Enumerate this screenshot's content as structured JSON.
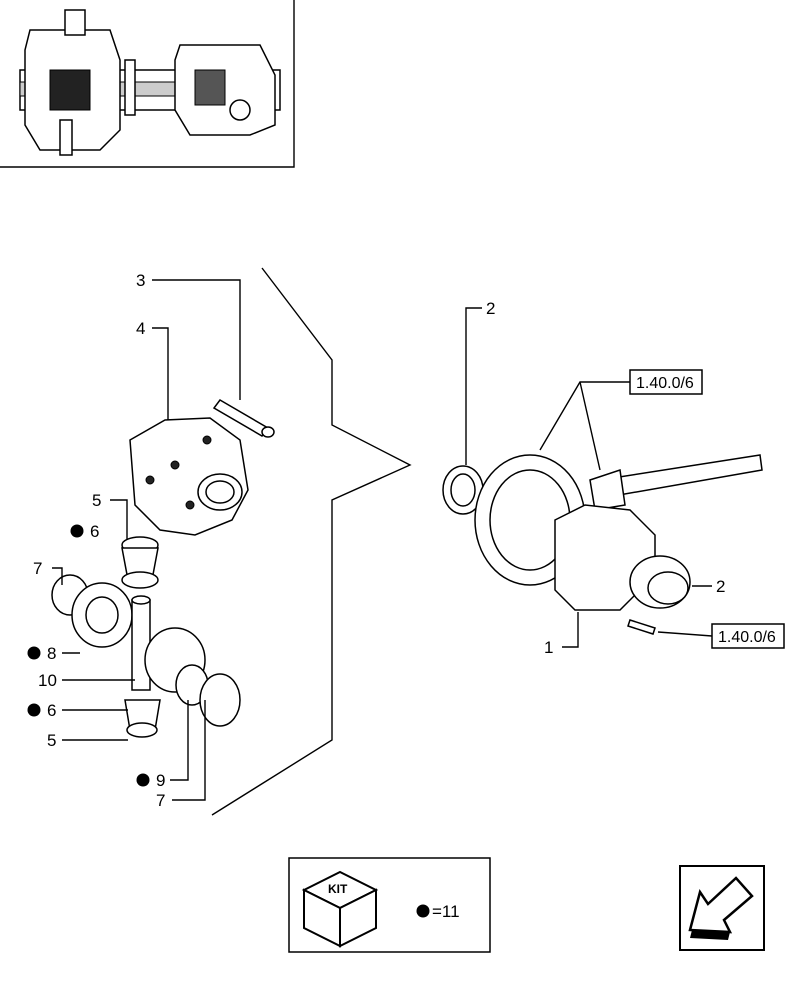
{
  "callouts": {
    "c1": "1",
    "c2a": "2",
    "c2b": "2",
    "c3": "3",
    "c4": "4",
    "c5a": "5",
    "c5b": "5",
    "c6a": "6",
    "c6b": "6",
    "c7a": "7",
    "c7b": "7",
    "c8": "8",
    "c9": "9",
    "c10": "10"
  },
  "references": {
    "ref_top": "1.40.0/6",
    "ref_bottom": "1.40.0/6"
  },
  "kit": {
    "label": "KIT",
    "value": "=11"
  },
  "icons": [
    "kit-box-icon",
    "bullet-dot-icon",
    "back-arrow-icon"
  ],
  "colors": {
    "ink": "#000000",
    "paper": "#ffffff"
  }
}
